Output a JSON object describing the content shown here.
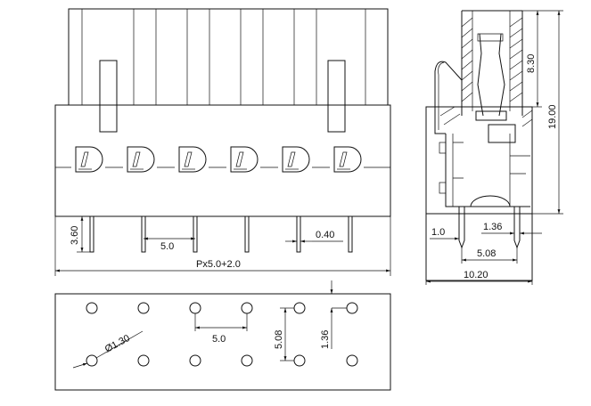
{
  "front_view": {
    "dimensions": {
      "pin_length": "3.60",
      "pitch": "5.0",
      "pin_thickness": "0.40",
      "overall_length": "Px5.0+2.0"
    }
  },
  "side_view": {
    "dimensions": {
      "top_height": "8.30",
      "total_height": "19.00",
      "pin_offset": "1.0",
      "pin_gap": "1.36",
      "row_spacing": "5.08",
      "depth": "10.20"
    }
  },
  "pcb_layout": {
    "dimensions": {
      "hole_diameter": "Ø1.30",
      "pitch": "5.0",
      "row_spacing": "5.08",
      "row_offset": "1.36"
    }
  },
  "colors": {
    "line": "#111111",
    "background": "#ffffff"
  }
}
